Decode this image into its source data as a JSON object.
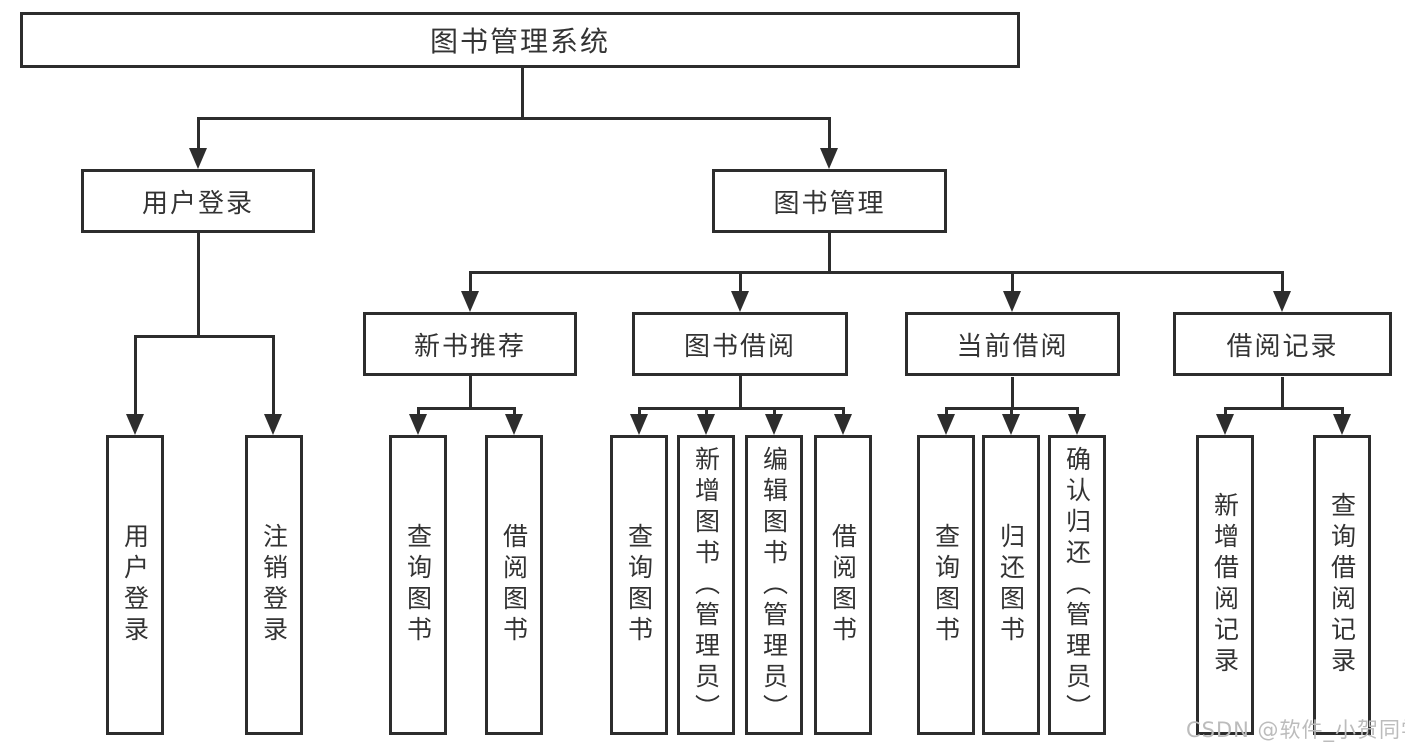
{
  "tree": {
    "label": "图书管理系统",
    "children": [
      {
        "label": "用户登录",
        "children": [
          {
            "label": "用户登录"
          },
          {
            "label": "注销登录"
          }
        ]
      },
      {
        "label": "图书管理",
        "children": [
          {
            "label": "新书推荐",
            "children": [
              {
                "label": "查询图书"
              },
              {
                "label": "借阅图书"
              }
            ]
          },
          {
            "label": "图书借阅",
            "children": [
              {
                "label": "查询图书"
              },
              {
                "label": "新增图书（管理员）"
              },
              {
                "label": "编辑图书（管理员）"
              },
              {
                "label": "借阅图书"
              }
            ]
          },
          {
            "label": "当前借阅",
            "children": [
              {
                "label": "查询图书"
              },
              {
                "label": "归还图书"
              },
              {
                "label": "确认归还（管理员）"
              }
            ]
          },
          {
            "label": "借阅记录",
            "children": [
              {
                "label": "新增借阅记录"
              },
              {
                "label": "查询借阅记录"
              }
            ]
          }
        ]
      }
    ]
  },
  "watermark": {
    "text": "CSDN @软件_小贺同学"
  },
  "colors": {
    "line": "#2d2d2d",
    "text": "#333333",
    "watermark": "#bcbcbc",
    "background": "#ffffff"
  }
}
